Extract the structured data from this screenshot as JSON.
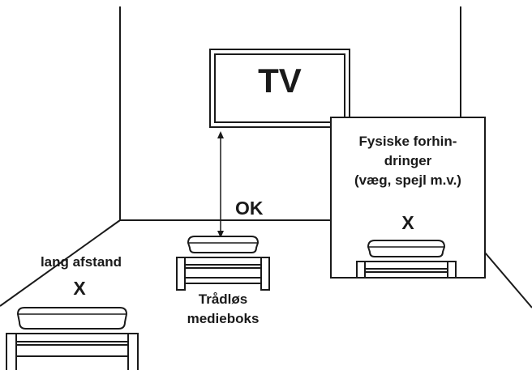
{
  "tv": {
    "label": "TV"
  },
  "ok": {
    "label": "OK"
  },
  "obstacle": {
    "title_lines": [
      "Fysiske forhin-",
      "dringer",
      "(væg, spejl m.v.)"
    ],
    "mark": "X"
  },
  "distance": {
    "label": "lang afstand",
    "mark": "X"
  },
  "media_box": {
    "label_lines": [
      "Trådløs",
      "medieboks"
    ]
  },
  "colors": {
    "line": "#1a1a1a",
    "background": "#ffffff"
  }
}
